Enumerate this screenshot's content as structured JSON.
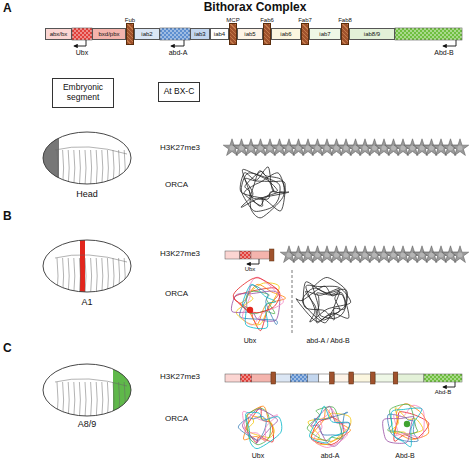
{
  "diagram": {
    "title": "Bithorax Complex",
    "nodes": [
      {
        "text": [
          "abx/bx"
        ]
      },
      {
        "text": [
          "bxd/pbx"
        ]
      },
      {
        "text": [
          "Fub"
        ]
      },
      {
        "text": [
          "iab2"
        ]
      },
      {
        "text": [
          "iab3"
        ]
      },
      {
        "text": [
          "iab4"
        ]
      },
      {
        "text": [
          "MCP"
        ]
      },
      {
        "text": [
          "iab5"
        ]
      },
      {
        "text": [
          "Fab6"
        ]
      },
      {
        "text": [
          "iab6"
        ]
      },
      {
        "text": [
          "Fab7"
        ]
      },
      {
        "text": [
          "iab7"
        ]
      },
      {
        "text": [
          "Fab8"
        ]
      },
      {
        "text": [
          "iab8/9"
        ]
      },
      {
        "text": [
          "Embryonic segment"
        ]
      },
      {
        "text": [
          "At BX-C"
        ]
      }
    ],
    "labels": [
      "A",
      "Ubx",
      "abd-A",
      "Abd-B",
      "Head",
      "H3K27me3",
      "ORCA",
      "B",
      "A1",
      "H3K27me3",
      "Ubx",
      "ORCA",
      "Ubx",
      "abd-A / Abd-B",
      "C",
      "A8/9",
      "H3K27me3",
      "Abd-B",
      "ORCA",
      "Ubx",
      "abd-A",
      "Abd-B"
    ]
  }
}
